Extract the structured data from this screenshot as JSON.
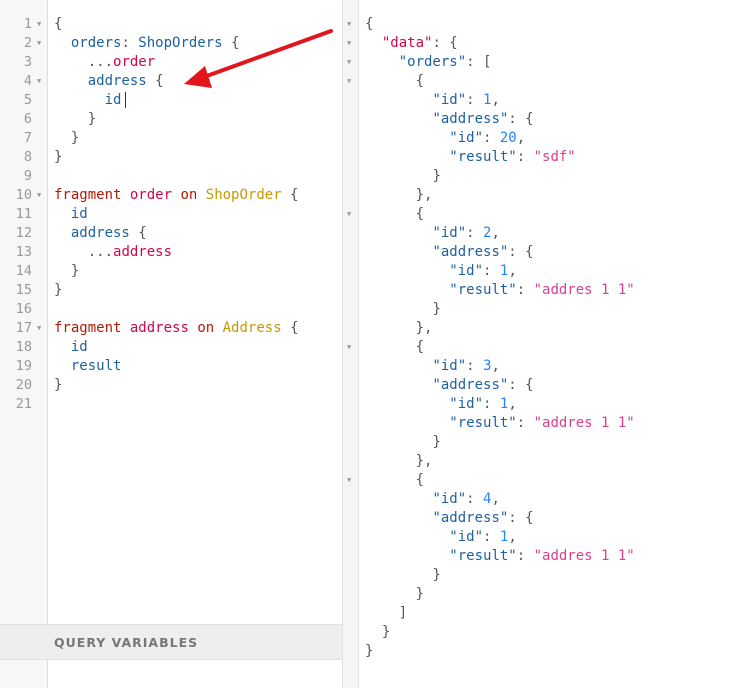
{
  "editor": {
    "line_numbers": [
      "1",
      "2",
      "3",
      "4",
      "5",
      "6",
      "7",
      "8",
      "9",
      "10",
      "11",
      "12",
      "13",
      "14",
      "15",
      "16",
      "17",
      "18",
      "19",
      "20",
      "21"
    ],
    "fold_lines": [
      1,
      2,
      4,
      10,
      17
    ],
    "lines": [
      [
        {
          "t": "{",
          "c": "pn"
        }
      ],
      [
        {
          "t": "  ",
          "c": "sp"
        },
        {
          "t": "orders",
          "c": "fd"
        },
        {
          "t": ": ",
          "c": "pn"
        },
        {
          "t": "ShopOrders",
          "c": "fd"
        },
        {
          "t": " {",
          "c": "pn"
        }
      ],
      [
        {
          "t": "    ",
          "c": "sp"
        },
        {
          "t": "...",
          "c": "pn"
        },
        {
          "t": "order",
          "c": "df"
        }
      ],
      [
        {
          "t": "    ",
          "c": "sp"
        },
        {
          "t": "address",
          "c": "fd"
        },
        {
          "t": " {",
          "c": "pn"
        }
      ],
      [
        {
          "t": "      ",
          "c": "sp"
        },
        {
          "t": "id",
          "c": "fd"
        }
      ],
      [
        {
          "t": "    ",
          "c": "sp"
        },
        {
          "t": "}",
          "c": "pn"
        }
      ],
      [
        {
          "t": "  ",
          "c": "sp"
        },
        {
          "t": "}",
          "c": "pn"
        }
      ],
      [
        {
          "t": "}",
          "c": "pn"
        }
      ],
      [],
      [
        {
          "t": "fragment",
          "c": "kw"
        },
        {
          "t": " ",
          "c": "sp"
        },
        {
          "t": "order",
          "c": "df"
        },
        {
          "t": " ",
          "c": "sp"
        },
        {
          "t": "on",
          "c": "kw"
        },
        {
          "t": " ",
          "c": "sp"
        },
        {
          "t": "ShopOrder",
          "c": "ty"
        },
        {
          "t": " {",
          "c": "pn"
        }
      ],
      [
        {
          "t": "  ",
          "c": "sp"
        },
        {
          "t": "id",
          "c": "fd"
        }
      ],
      [
        {
          "t": "  ",
          "c": "sp"
        },
        {
          "t": "address",
          "c": "fd"
        },
        {
          "t": " {",
          "c": "pn"
        }
      ],
      [
        {
          "t": "    ",
          "c": "sp"
        },
        {
          "t": "...",
          "c": "pn"
        },
        {
          "t": "address",
          "c": "df"
        }
      ],
      [
        {
          "t": "  ",
          "c": "sp"
        },
        {
          "t": "}",
          "c": "pn"
        }
      ],
      [
        {
          "t": "}",
          "c": "pn"
        }
      ],
      [],
      [
        {
          "t": "fragment",
          "c": "kw"
        },
        {
          "t": " ",
          "c": "sp"
        },
        {
          "t": "address",
          "c": "df"
        },
        {
          "t": " ",
          "c": "sp"
        },
        {
          "t": "on",
          "c": "kw"
        },
        {
          "t": " ",
          "c": "sp"
        },
        {
          "t": "Address",
          "c": "ty"
        },
        {
          "t": " {",
          "c": "pn"
        }
      ],
      [
        {
          "t": "  ",
          "c": "sp"
        },
        {
          "t": "id",
          "c": "fd"
        }
      ],
      [
        {
          "t": "  ",
          "c": "sp"
        },
        {
          "t": "result",
          "c": "fd"
        }
      ],
      [
        {
          "t": "}",
          "c": "pn"
        }
      ],
      []
    ]
  },
  "query_variables": {
    "label": "QUERY VARIABLES"
  },
  "result": {
    "fold_lines": [
      1,
      2,
      3,
      4,
      11,
      18,
      25
    ],
    "lines": [
      [
        {
          "t": "{",
          "c": "pn"
        }
      ],
      [
        {
          "t": "  ",
          "c": "sp"
        },
        {
          "t": "\"data\"",
          "c": "df"
        },
        {
          "t": ": {",
          "c": "pn"
        }
      ],
      [
        {
          "t": "    ",
          "c": "sp"
        },
        {
          "t": "\"orders\"",
          "c": "rk"
        },
        {
          "t": ": [",
          "c": "pn"
        }
      ],
      [
        {
          "t": "      ",
          "c": "sp"
        },
        {
          "t": "{",
          "c": "pn"
        }
      ],
      [
        {
          "t": "        ",
          "c": "sp"
        },
        {
          "t": "\"id\"",
          "c": "rk"
        },
        {
          "t": ": ",
          "c": "pn"
        },
        {
          "t": "1",
          "c": "rn"
        },
        {
          "t": ",",
          "c": "pn"
        }
      ],
      [
        {
          "t": "        ",
          "c": "sp"
        },
        {
          "t": "\"address\"",
          "c": "rk"
        },
        {
          "t": ": {",
          "c": "pn"
        }
      ],
      [
        {
          "t": "          ",
          "c": "sp"
        },
        {
          "t": "\"id\"",
          "c": "rk"
        },
        {
          "t": ": ",
          "c": "pn"
        },
        {
          "t": "20",
          "c": "rn"
        },
        {
          "t": ",",
          "c": "pn"
        }
      ],
      [
        {
          "t": "          ",
          "c": "sp"
        },
        {
          "t": "\"result\"",
          "c": "rk"
        },
        {
          "t": ": ",
          "c": "pn"
        },
        {
          "t": "\"sdf\"",
          "c": "rs"
        }
      ],
      [
        {
          "t": "        ",
          "c": "sp"
        },
        {
          "t": "}",
          "c": "pn"
        }
      ],
      [
        {
          "t": "      ",
          "c": "sp"
        },
        {
          "t": "},",
          "c": "pn"
        }
      ],
      [
        {
          "t": "      ",
          "c": "sp"
        },
        {
          "t": "{",
          "c": "pn"
        }
      ],
      [
        {
          "t": "        ",
          "c": "sp"
        },
        {
          "t": "\"id\"",
          "c": "rk"
        },
        {
          "t": ": ",
          "c": "pn"
        },
        {
          "t": "2",
          "c": "rn"
        },
        {
          "t": ",",
          "c": "pn"
        }
      ],
      [
        {
          "t": "        ",
          "c": "sp"
        },
        {
          "t": "\"address\"",
          "c": "rk"
        },
        {
          "t": ": {",
          "c": "pn"
        }
      ],
      [
        {
          "t": "          ",
          "c": "sp"
        },
        {
          "t": "\"id\"",
          "c": "rk"
        },
        {
          "t": ": ",
          "c": "pn"
        },
        {
          "t": "1",
          "c": "rn"
        },
        {
          "t": ",",
          "c": "pn"
        }
      ],
      [
        {
          "t": "          ",
          "c": "sp"
        },
        {
          "t": "\"result\"",
          "c": "rk"
        },
        {
          "t": ": ",
          "c": "pn"
        },
        {
          "t": "\"addres 1 1\"",
          "c": "rs"
        }
      ],
      [
        {
          "t": "        ",
          "c": "sp"
        },
        {
          "t": "}",
          "c": "pn"
        }
      ],
      [
        {
          "t": "      ",
          "c": "sp"
        },
        {
          "t": "},",
          "c": "pn"
        }
      ],
      [
        {
          "t": "      ",
          "c": "sp"
        },
        {
          "t": "{",
          "c": "pn"
        }
      ],
      [
        {
          "t": "        ",
          "c": "sp"
        },
        {
          "t": "\"id\"",
          "c": "rk"
        },
        {
          "t": ": ",
          "c": "pn"
        },
        {
          "t": "3",
          "c": "rn"
        },
        {
          "t": ",",
          "c": "pn"
        }
      ],
      [
        {
          "t": "        ",
          "c": "sp"
        },
        {
          "t": "\"address\"",
          "c": "rk"
        },
        {
          "t": ": {",
          "c": "pn"
        }
      ],
      [
        {
          "t": "          ",
          "c": "sp"
        },
        {
          "t": "\"id\"",
          "c": "rk"
        },
        {
          "t": ": ",
          "c": "pn"
        },
        {
          "t": "1",
          "c": "rn"
        },
        {
          "t": ",",
          "c": "pn"
        }
      ],
      [
        {
          "t": "          ",
          "c": "sp"
        },
        {
          "t": "\"result\"",
          "c": "rk"
        },
        {
          "t": ": ",
          "c": "pn"
        },
        {
          "t": "\"addres 1 1\"",
          "c": "rs"
        }
      ],
      [
        {
          "t": "        ",
          "c": "sp"
        },
        {
          "t": "}",
          "c": "pn"
        }
      ],
      [
        {
          "t": "      ",
          "c": "sp"
        },
        {
          "t": "},",
          "c": "pn"
        }
      ],
      [
        {
          "t": "      ",
          "c": "sp"
        },
        {
          "t": "{",
          "c": "pn"
        }
      ],
      [
        {
          "t": "        ",
          "c": "sp"
        },
        {
          "t": "\"id\"",
          "c": "rk"
        },
        {
          "t": ": ",
          "c": "pn"
        },
        {
          "t": "4",
          "c": "rn"
        },
        {
          "t": ",",
          "c": "pn"
        }
      ],
      [
        {
          "t": "        ",
          "c": "sp"
        },
        {
          "t": "\"address\"",
          "c": "rk"
        },
        {
          "t": ": {",
          "c": "pn"
        }
      ],
      [
        {
          "t": "          ",
          "c": "sp"
        },
        {
          "t": "\"id\"",
          "c": "rk"
        },
        {
          "t": ": ",
          "c": "pn"
        },
        {
          "t": "1",
          "c": "rn"
        },
        {
          "t": ",",
          "c": "pn"
        }
      ],
      [
        {
          "t": "          ",
          "c": "sp"
        },
        {
          "t": "\"result\"",
          "c": "rk"
        },
        {
          "t": ": ",
          "c": "pn"
        },
        {
          "t": "\"addres 1 1\"",
          "c": "rs"
        }
      ],
      [
        {
          "t": "        ",
          "c": "sp"
        },
        {
          "t": "}",
          "c": "pn"
        }
      ],
      [
        {
          "t": "      ",
          "c": "sp"
        },
        {
          "t": "}",
          "c": "pn"
        }
      ],
      [
        {
          "t": "    ",
          "c": "sp"
        },
        {
          "t": "]",
          "c": "pn"
        }
      ],
      [
        {
          "t": "  ",
          "c": "sp"
        },
        {
          "t": "}",
          "c": "pn"
        }
      ],
      [
        {
          "t": "}",
          "c": "pn"
        }
      ]
    ]
  },
  "annotation": {
    "arrow_color": "#e0161b"
  },
  "colors": {
    "field": "#1f61a0",
    "keyword": "#b11a04",
    "type": "#ca9800",
    "def": "#d2054e",
    "number": "#2882f9",
    "string": "#d64292"
  }
}
